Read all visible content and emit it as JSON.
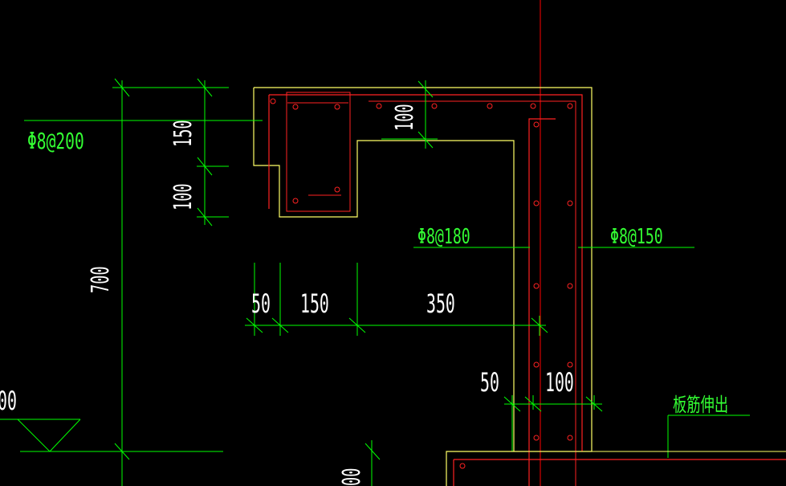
{
  "colors": {
    "background": "#000000",
    "dimension": "#00ff00",
    "outline": "#ffff66",
    "rebar": "#ff2222",
    "text_dim": "#ffffff",
    "text_label": "#33ff33",
    "axis": "#ff0000"
  },
  "labels": {
    "rebar_top": "Φ8@200",
    "rebar_mid": "Φ8@180",
    "rebar_right": "Φ8@150",
    "slab_note": "板筋伸出"
  },
  "dimensions": {
    "v150": "150",
    "v100_left": "100",
    "v100_top": "100",
    "v700": "700",
    "h50_a": "50",
    "h150": "150",
    "h350": "350",
    "h50_b": "50",
    "h100": "100",
    "partial_left": "00",
    "partial_bottom": "00"
  }
}
